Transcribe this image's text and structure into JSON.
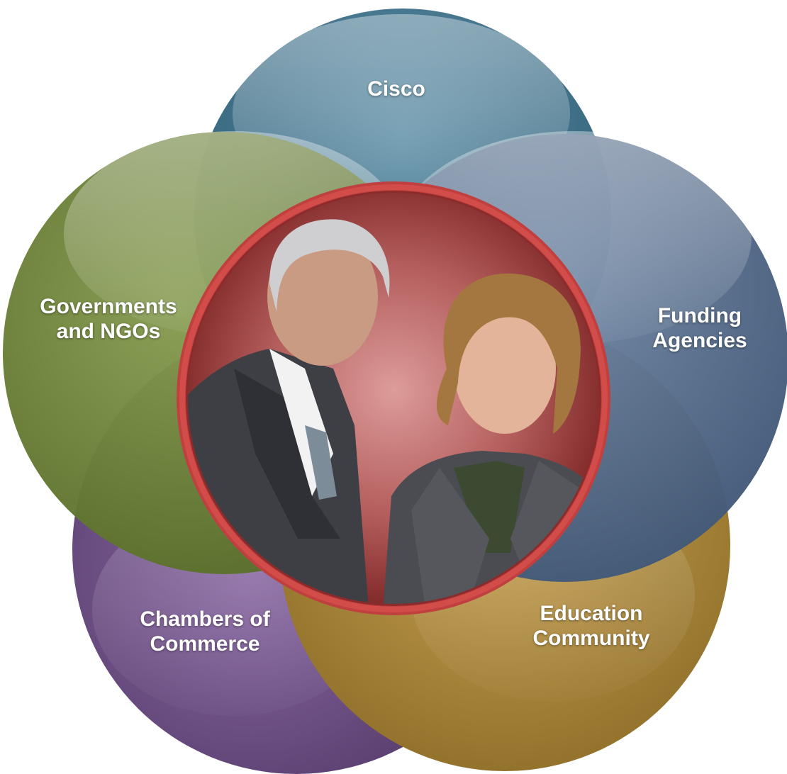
{
  "circles": [
    {
      "id": "cisco",
      "lines": [
        "Cisco"
      ],
      "color": "#34647c",
      "highlight": "#8ab6c8"
    },
    {
      "id": "funding",
      "lines": [
        "Funding",
        "Agencies"
      ],
      "color": "#4a6382",
      "highlight": "#a8b8cc"
    },
    {
      "id": "education",
      "lines": [
        "Education",
        "Community"
      ],
      "color": "#9c7a33",
      "highlight": "#d8b870"
    },
    {
      "id": "chambers",
      "lines": [
        "Chambers of",
        "Commerce"
      ],
      "color": "#573d6b",
      "highlight": "#9a7db0"
    },
    {
      "id": "governments",
      "lines": [
        "Governments",
        "and NGOs"
      ],
      "color": "#637932",
      "highlight": "#aabf74"
    }
  ],
  "center": {
    "ring_color": "#c0403f",
    "inner_color": "#8c2b2b",
    "inner_highlight": "#dc9c9a",
    "photo": "two business professionals: a grey-haired man in a suit and a smiling woman with short brown hair"
  }
}
